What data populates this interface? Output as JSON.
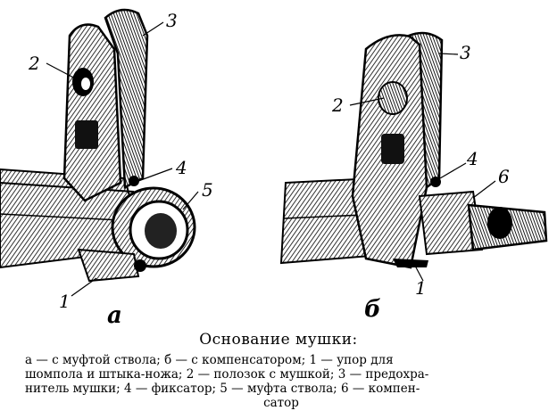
{
  "figure": {
    "left_panel": {
      "subfigure_label": "а",
      "callouts": [
        "1",
        "2",
        "3",
        "4",
        "5"
      ]
    },
    "right_panel": {
      "subfigure_label": "б",
      "callouts": [
        "1",
        "2",
        "3",
        "4",
        "6"
      ]
    }
  },
  "caption": {
    "title": "Основание мушки:",
    "lines": [
      "а — с муфтой ствола; б — с компенсатором; 1 — упор для",
      "шомпола и штыка-ножа; 2 — полозок с мушкой; 3 — предохра-",
      "нитель мушки; 4 — фиксатор; 5 — муфта ствола; 6 — компен-",
      "сатор"
    ]
  }
}
